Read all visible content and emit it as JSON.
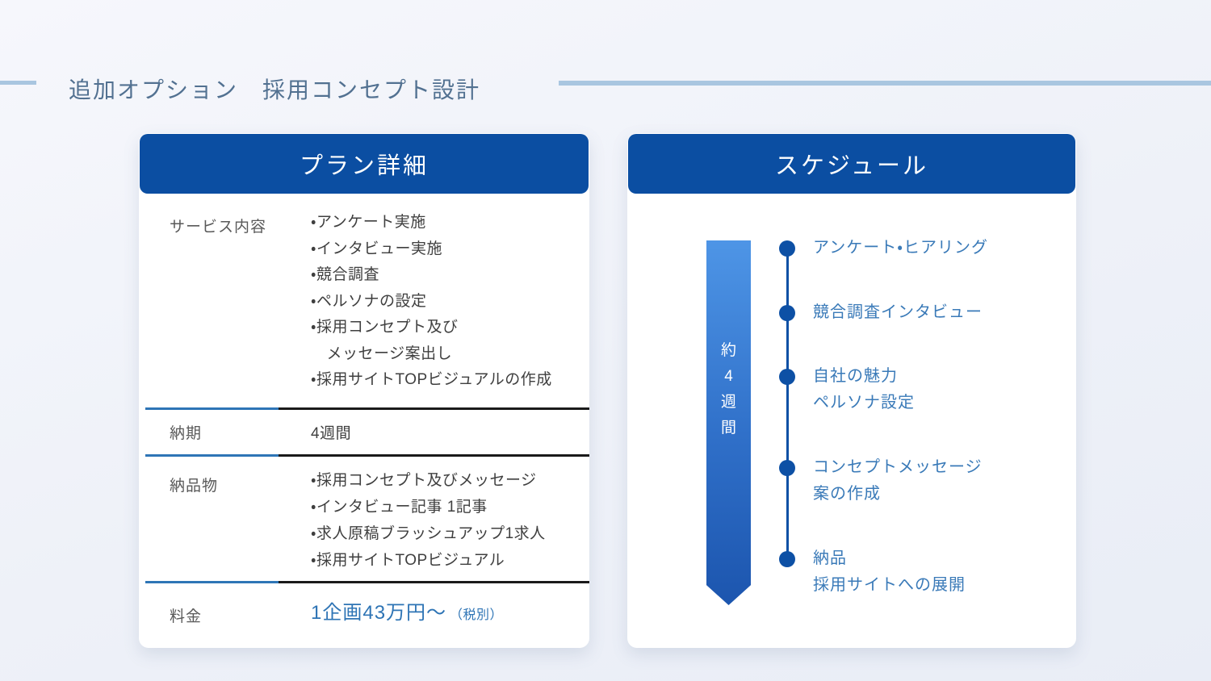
{
  "page": {
    "title": "追加オプション　採用コンセプト設計"
  },
  "plan_card": {
    "header": "プラン詳細",
    "rows": [
      {
        "label": "サービス内容",
        "items": [
          "・アンケート実施",
          "・インタビュー実施",
          "・競合調査",
          "・ペルソナの設定",
          "・採用コンセプト及び",
          "　メッセージ案出し",
          "・採用サイトTOPビジュアルの作成"
        ]
      },
      {
        "label": "納期",
        "value": "4週間"
      },
      {
        "label": "納品物",
        "items": [
          "・採用コンセプト及びメッセージ",
          "・インタビュー記事 1記事",
          "・求人原稿ブラッシュアップ1求人",
          "・採用サイトTOPビジュアル"
        ]
      },
      {
        "label": "料金",
        "price": "1企画43万円～",
        "price_note": "（税別）"
      }
    ]
  },
  "schedule_card": {
    "header": "スケジュール",
    "duration_chars": [
      "約",
      "4",
      "週",
      "間"
    ],
    "milestones": [
      {
        "lines": [
          "アンケート・ヒアリング"
        ]
      },
      {
        "lines": [
          "競合調査インタビュー"
        ]
      },
      {
        "lines": [
          "自社の魅力",
          "ペルソナ設定"
        ]
      },
      {
        "lines": [
          "コンセプトメッセージ",
          "案の作成"
        ]
      },
      {
        "lines": [
          "納品",
          "採用サイトへの展開"
        ]
      }
    ]
  },
  "colors": {
    "bg": "#eef1f8",
    "card_bg": "#ffffff",
    "header_blue": "#0b4ea2",
    "title_text": "#527191",
    "rule_light_blue": "#a9c6e0",
    "label_gray": "#595959",
    "body_text": "#3f3f3f",
    "divider_blue": "#2e75b6",
    "divider_dark": "#1a1a1a",
    "price_blue": "#2e74b5",
    "milestone_blue": "#3a7ab8",
    "timeline_dark_blue": "#0d50a5",
    "bar_top": "#4e95e6",
    "bar_bottom": "#1c55ae"
  }
}
